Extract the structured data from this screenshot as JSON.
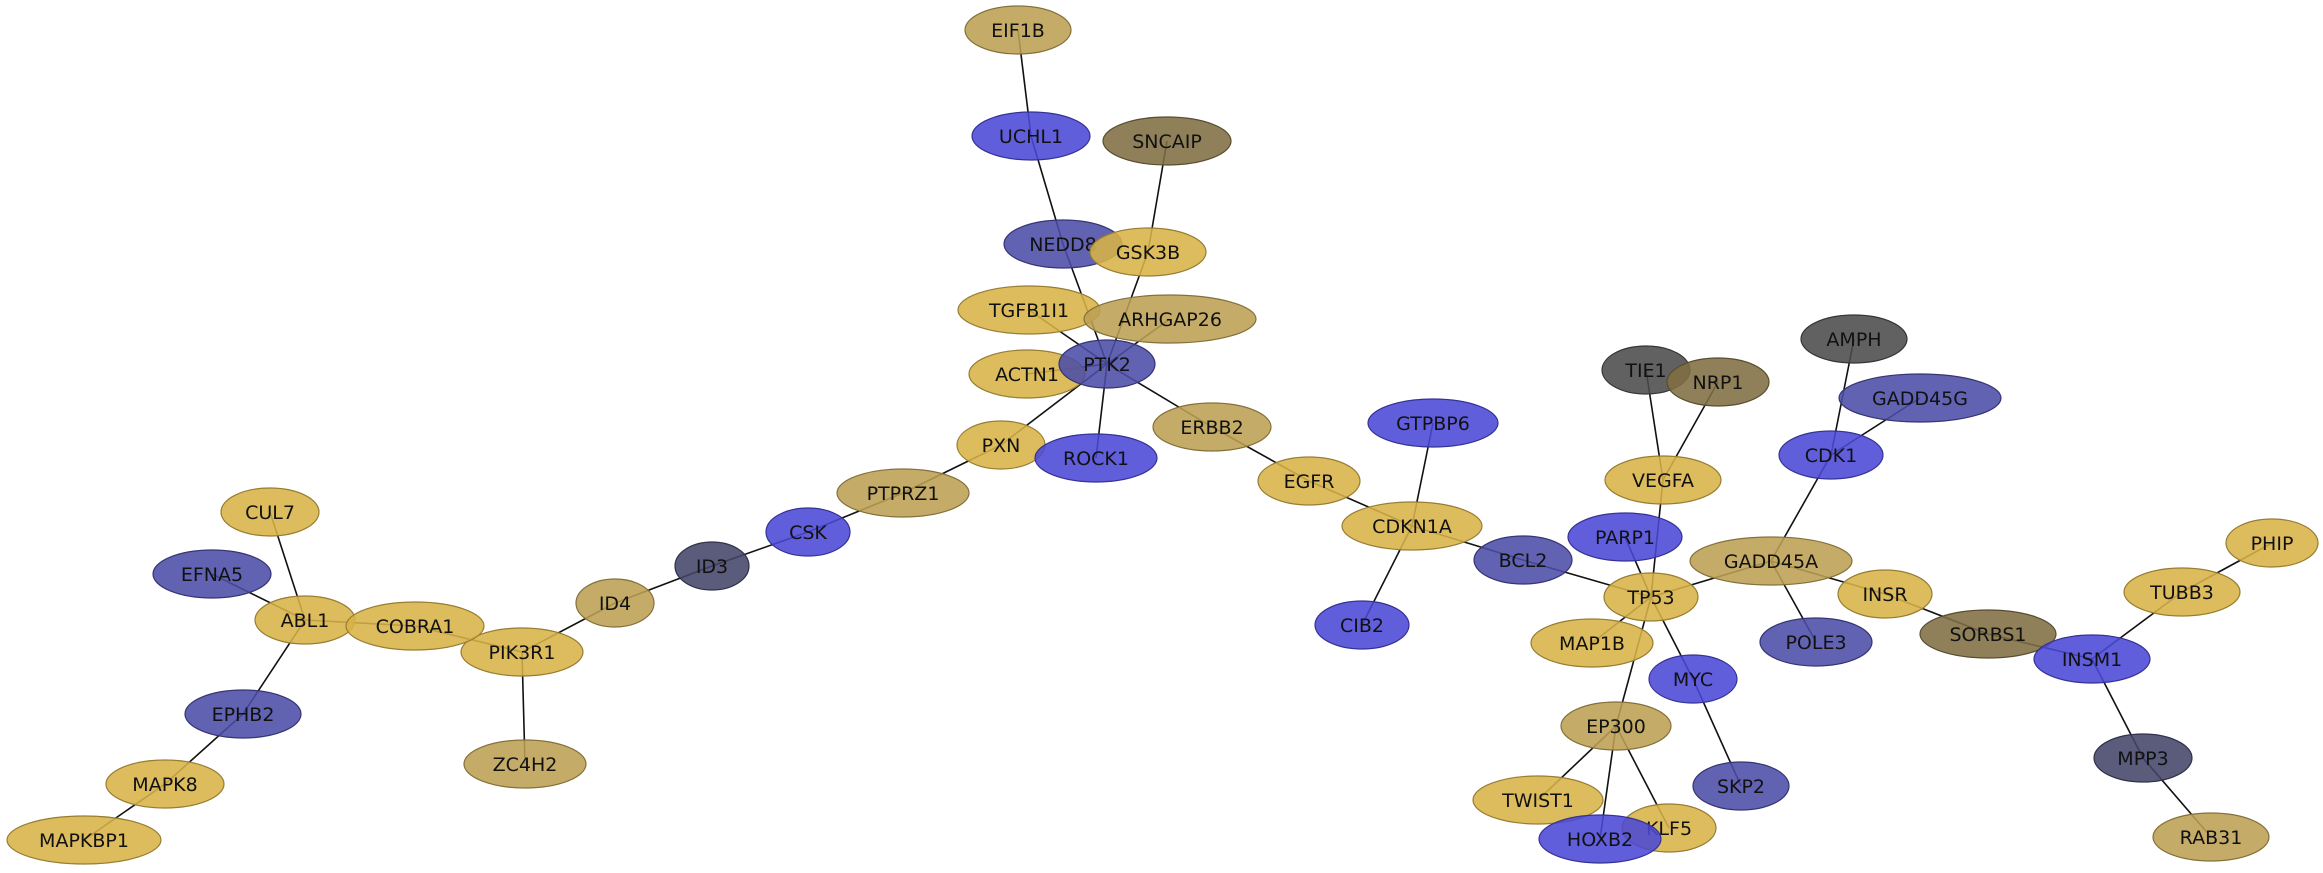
{
  "colors": {
    "gold": "#d8b347",
    "khaki": "#bca053",
    "olive": "#7f6e43",
    "blue": "#4b48d6",
    "indigo": "#4b4ca6",
    "slate": "#44446a",
    "gray": "#4b4b4b",
    "edge": "#111111",
    "text": "#111111"
  },
  "nodes": [
    {
      "id": "EIF1B",
      "label": "EIF1B",
      "color": "khaki"
    },
    {
      "id": "UCHL1",
      "label": "UCHL1",
      "color": "blue"
    },
    {
      "id": "SNCAIP",
      "label": "SNCAIP",
      "color": "olive"
    },
    {
      "id": "NEDD8",
      "label": "NEDD8",
      "color": "indigo"
    },
    {
      "id": "GSK3B",
      "label": "GSK3B",
      "color": "gold"
    },
    {
      "id": "TGFB1I1",
      "label": "TGFB1I1",
      "color": "gold"
    },
    {
      "id": "ARHGAP26",
      "label": "ARHGAP26",
      "color": "khaki"
    },
    {
      "id": "ACTN1",
      "label": "ACTN1",
      "color": "gold"
    },
    {
      "id": "PTK2",
      "label": "PTK2",
      "color": "indigo"
    },
    {
      "id": "ERBB2",
      "label": "ERBB2",
      "color": "khaki"
    },
    {
      "id": "PXN",
      "label": "PXN",
      "color": "gold"
    },
    {
      "id": "ROCK1",
      "label": "ROCK1",
      "color": "blue"
    },
    {
      "id": "PTPRZ1",
      "label": "PTPRZ1",
      "color": "khaki"
    },
    {
      "id": "CSK",
      "label": "CSK",
      "color": "blue"
    },
    {
      "id": "ID3",
      "label": "ID3",
      "color": "slate"
    },
    {
      "id": "ID4",
      "label": "ID4",
      "color": "khaki"
    },
    {
      "id": "PIK3R1",
      "label": "PIK3R1",
      "color": "gold"
    },
    {
      "id": "ZC4H2",
      "label": "ZC4H2",
      "color": "khaki"
    },
    {
      "id": "CUL7",
      "label": "CUL7",
      "color": "gold"
    },
    {
      "id": "EFNA5",
      "label": "EFNA5",
      "color": "indigo"
    },
    {
      "id": "ABL1",
      "label": "ABL1",
      "color": "gold"
    },
    {
      "id": "COBRA1",
      "label": "COBRA1",
      "color": "gold"
    },
    {
      "id": "EPHB2",
      "label": "EPHB2",
      "color": "indigo"
    },
    {
      "id": "MAPK8",
      "label": "MAPK8",
      "color": "gold"
    },
    {
      "id": "MAPKBP1",
      "label": "MAPKBP1",
      "color": "gold"
    },
    {
      "id": "EGFR",
      "label": "EGFR",
      "color": "gold"
    },
    {
      "id": "GTPBP6",
      "label": "GTPBP6",
      "color": "blue"
    },
    {
      "id": "CDKN1A",
      "label": "CDKN1A",
      "color": "gold"
    },
    {
      "id": "CIB2",
      "label": "CIB2",
      "color": "blue"
    },
    {
      "id": "BCL2",
      "label": "BCL2",
      "color": "indigo"
    },
    {
      "id": "TIE1",
      "label": "TIE1",
      "color": "gray"
    },
    {
      "id": "NRP1",
      "label": "NRP1",
      "color": "olive"
    },
    {
      "id": "VEGFA",
      "label": "VEGFA",
      "color": "gold"
    },
    {
      "id": "PARP1",
      "label": "PARP1",
      "color": "blue"
    },
    {
      "id": "TP53",
      "label": "TP53",
      "color": "gold"
    },
    {
      "id": "MAP1B",
      "label": "MAP1B",
      "color": "gold"
    },
    {
      "id": "MYC",
      "label": "MYC",
      "color": "blue"
    },
    {
      "id": "EP300",
      "label": "EP300",
      "color": "khaki"
    },
    {
      "id": "TWIST1",
      "label": "TWIST1",
      "color": "gold"
    },
    {
      "id": "KLF5",
      "label": "KLF5",
      "color": "gold"
    },
    {
      "id": "HOXB2",
      "label": "HOXB2",
      "color": "blue"
    },
    {
      "id": "SKP2",
      "label": "SKP2",
      "color": "indigo"
    },
    {
      "id": "AMPH",
      "label": "AMPH",
      "color": "gray"
    },
    {
      "id": "GADD45G",
      "label": "GADD45G",
      "color": "indigo"
    },
    {
      "id": "CDK1",
      "label": "CDK1",
      "color": "blue"
    },
    {
      "id": "GADD45A",
      "label": "GADD45A",
      "color": "khaki"
    },
    {
      "id": "INSR",
      "label": "INSR",
      "color": "gold"
    },
    {
      "id": "POLE3",
      "label": "POLE3",
      "color": "indigo"
    },
    {
      "id": "SORBS1",
      "label": "SORBS1",
      "color": "olive"
    },
    {
      "id": "INSM1",
      "label": "INSM1",
      "color": "blue"
    },
    {
      "id": "TUBB3",
      "label": "TUBB3",
      "color": "gold"
    },
    {
      "id": "PHIP",
      "label": "PHIP",
      "color": "gold"
    },
    {
      "id": "MPP3",
      "label": "MPP3",
      "color": "slate"
    },
    {
      "id": "RAB31",
      "label": "RAB31",
      "color": "khaki"
    }
  ],
  "edges": [
    [
      "EIF1B",
      "UCHL1"
    ],
    [
      "UCHL1",
      "NEDD8"
    ],
    [
      "NEDD8",
      "PTK2"
    ],
    [
      "SNCAIP",
      "GSK3B"
    ],
    [
      "GSK3B",
      "PTK2"
    ],
    [
      "TGFB1I1",
      "PTK2"
    ],
    [
      "ARHGAP26",
      "PTK2"
    ],
    [
      "ACTN1",
      "PTK2"
    ],
    [
      "PTK2",
      "PXN"
    ],
    [
      "PTK2",
      "ROCK1"
    ],
    [
      "PTK2",
      "ERBB2"
    ],
    [
      "ERBB2",
      "EGFR"
    ],
    [
      "EGFR",
      "CDKN1A"
    ],
    [
      "PXN",
      "PTPRZ1"
    ],
    [
      "PTPRZ1",
      "CSK"
    ],
    [
      "CSK",
      "ID3"
    ],
    [
      "ID3",
      "ID4"
    ],
    [
      "ID4",
      "PIK3R1"
    ],
    [
      "PIK3R1",
      "ZC4H2"
    ],
    [
      "PIK3R1",
      "COBRA1"
    ],
    [
      "COBRA1",
      "ABL1"
    ],
    [
      "CUL7",
      "ABL1"
    ],
    [
      "EFNA5",
      "ABL1"
    ],
    [
      "ABL1",
      "EPHB2"
    ],
    [
      "EPHB2",
      "MAPK8"
    ],
    [
      "MAPK8",
      "MAPKBP1"
    ],
    [
      "GTPBP6",
      "CDKN1A"
    ],
    [
      "CDKN1A",
      "CIB2"
    ],
    [
      "CDKN1A",
      "BCL2"
    ],
    [
      "BCL2",
      "TP53"
    ],
    [
      "TIE1",
      "VEGFA"
    ],
    [
      "NRP1",
      "VEGFA"
    ],
    [
      "VEGFA",
      "TP53"
    ],
    [
      "PARP1",
      "TP53"
    ],
    [
      "TP53",
      "MAP1B"
    ],
    [
      "TP53",
      "MYC"
    ],
    [
      "TP53",
      "EP300"
    ],
    [
      "TP53",
      "GADD45A"
    ],
    [
      "MYC",
      "SKP2"
    ],
    [
      "EP300",
      "TWIST1"
    ],
    [
      "EP300",
      "HOXB2"
    ],
    [
      "EP300",
      "KLF5"
    ],
    [
      "AMPH",
      "CDK1"
    ],
    [
      "GADD45G",
      "CDK1"
    ],
    [
      "CDK1",
      "GADD45A"
    ],
    [
      "GADD45A",
      "POLE3"
    ],
    [
      "GADD45A",
      "INSR"
    ],
    [
      "INSR",
      "SORBS1"
    ],
    [
      "SORBS1",
      "INSM1"
    ],
    [
      "INSM1",
      "TUBB3"
    ],
    [
      "TUBB3",
      "PHIP"
    ],
    [
      "INSM1",
      "MPP3"
    ],
    [
      "MPP3",
      "RAB31"
    ]
  ]
}
